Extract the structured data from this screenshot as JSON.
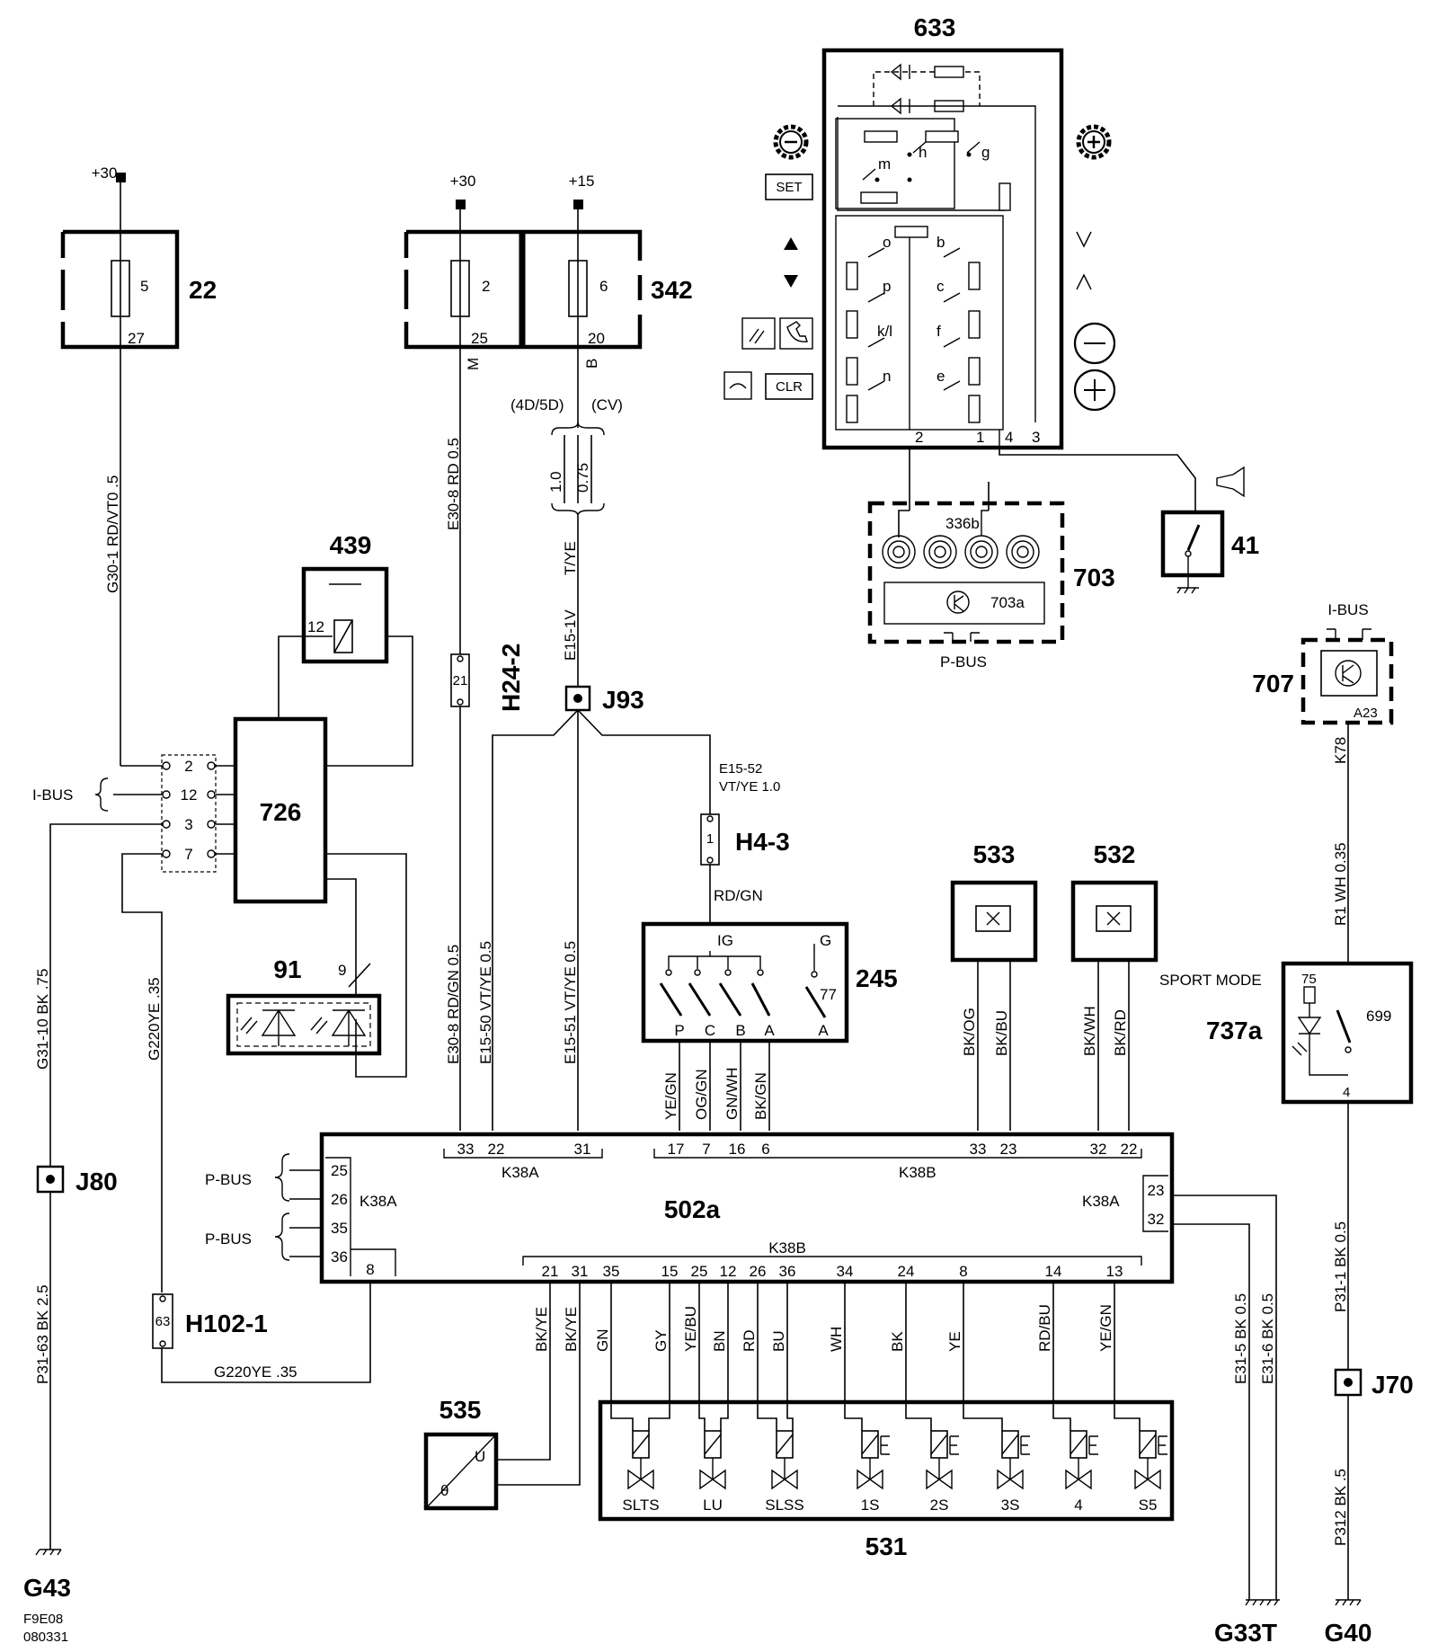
{
  "supply": {
    "p30_a": "+30",
    "p30_b": "+30",
    "p15": "+15"
  },
  "components": {
    "c22": "22",
    "c342": "342",
    "c439": "439",
    "c726": "726",
    "c91": "91",
    "c633": "633",
    "c703": "703",
    "c703a": "703a",
    "c336b": "336b",
    "c41": "41",
    "c707": "707",
    "c737a": "737a",
    "c699": "699",
    "c245": "245",
    "c533": "533",
    "c532": "532",
    "c502a": "502a",
    "c535": "535",
    "c531": "531",
    "h24_2": "H24-2",
    "h4_3": "H4-3",
    "h102_1": "H102-1",
    "j93": "J93",
    "j80": "J80",
    "j70": "J70",
    "g43": "G43",
    "g33t": "G33T",
    "g40": "G40"
  },
  "fuses": {
    "f5": "5",
    "f27": "27",
    "f2": "2",
    "f25": "25",
    "f6": "6",
    "f20": "20",
    "m": "M",
    "b": "B"
  },
  "wires": {
    "g30_1": "G30-1  RD/VT0  .5",
    "e30_8_top": "E30-8  RD  0.5",
    "variant_left": "(4D/5D)",
    "variant_right": "(CV)",
    "gauge_10": "1.0",
    "gauge_075": "0.75",
    "e15_1v": "E15-1V",
    "t_ye": "T/YE",
    "e15_52": "E15-52",
    "vt_ye_10": "VT/YE   1.0",
    "rd_gn": "RD/GN",
    "g31_10": "G31-10  BK  .75",
    "g220ye_v": "G220YE  .35",
    "g220ye_h": "G220YE    .35",
    "e30_8_bot": "E30-8  RD/GN  0.5",
    "e15_50": "E15-50  VT/YE  0.5",
    "e15_51": "E15-51  VT/YE  0.5",
    "p31_63": "P31-63  BK  2.5",
    "ye_gn": "YE/GN",
    "og_gn": "OG/GN",
    "gn_wh": "GN/WH",
    "bk_gn": "BK/GN",
    "bk_og": "BK/OG",
    "bk_bu": "BK/BU",
    "bk_wh": "BK/WH",
    "bk_rd": "BK/RD",
    "k78": "K78",
    "r1_wh": "R1  WH  0.35",
    "p31_1": "P31-1  BK  0.5",
    "p312": "P312 BK  .5",
    "e31_5": "E31-5  BK  0.5",
    "e31_6": "E31-6  BK  0.5",
    "bk_ye_1": "BK/YE",
    "bk_ye_2": "BK/YE",
    "gn": "GN",
    "gy": "GY",
    "ye_bu": "YE/BU",
    "bn": "BN",
    "rd": "RD",
    "bu": "BU",
    "wh": "WH",
    "bk": "BK",
    "ye": "YE",
    "rd_bu": "RD/BU",
    "ye_gn2": "YE/GN"
  },
  "connector_726": {
    "pins": [
      "2",
      "12",
      "3",
      "7"
    ],
    "ibus": "I-BUS"
  },
  "pins": {
    "p12_439": "12",
    "p9_91": "9",
    "p21": "21",
    "p1": "1",
    "p63": "63",
    "p75": "75",
    "p4_737": "4",
    "a23": "A23"
  },
  "switch_245": {
    "ig": "IG",
    "g": "G",
    "p77": "77",
    "pos": [
      "P",
      "C",
      "B",
      "A",
      "A"
    ]
  },
  "ecu_502a": {
    "k38a": "K38A",
    "k38b": "K38B",
    "top_left_pins": [
      "33",
      "22",
      "31"
    ],
    "top_right_pins": [
      "17",
      "7",
      "16",
      "6",
      "33",
      "23",
      "32",
      "22"
    ],
    "left_pins": [
      "25",
      "26",
      "35",
      "36"
    ],
    "pin8": "8",
    "right_pins": [
      "23",
      "32"
    ],
    "bottom_pins": [
      "21",
      "31",
      "35",
      "15",
      "25",
      "12",
      "26",
      "36",
      "34",
      "24",
      "8",
      "14",
      "13"
    ],
    "pbus": "P-BUS"
  },
  "panel_633": {
    "letters": [
      "h",
      "g",
      "m",
      "o",
      "b",
      "p",
      "c",
      "k/l",
      "f",
      "n",
      "e"
    ],
    "pins": [
      "2",
      "1",
      "4",
      "3"
    ],
    "set": "SET",
    "clr": "CLR"
  },
  "bus_labels": {
    "pbus_703": "P-BUS",
    "ibus_707": "I-BUS"
  },
  "sport_mode": "SPORT MODE",
  "solenoids": [
    "SLTS",
    "LU",
    "SLSS",
    "1S",
    "2S",
    "3S",
    "4",
    "S5"
  ],
  "sensor_535": {
    "u": "U",
    "theta": "θ"
  },
  "footer": {
    "code": "F9E08",
    "date": "080331"
  }
}
